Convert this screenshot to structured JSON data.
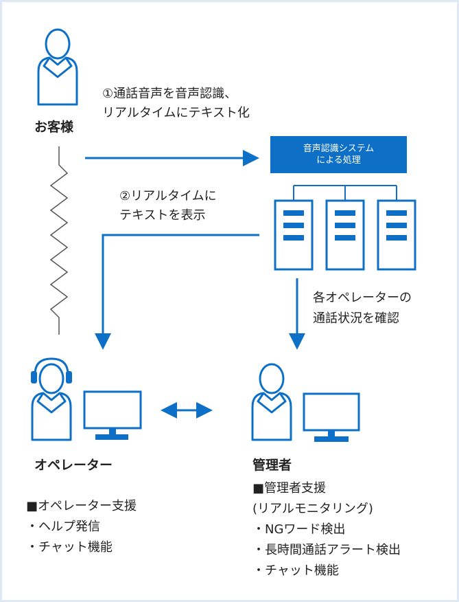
{
  "customer": {
    "label": "お客様"
  },
  "step1": {
    "line1": "①通話音声を音声認識、",
    "line2": "リアルタイムにテキスト化"
  },
  "system": {
    "line1": "音声認識システム",
    "line2": "による処理"
  },
  "step2": {
    "line1": "②リアルタイムに",
    "line2": "テキストを表示"
  },
  "monitor_note": {
    "line1": "各オペレーターの",
    "line2": "通話状況を確認"
  },
  "operator": {
    "label": "オペレーター",
    "features": [
      "■オペレーター支援",
      "・ヘルプ発信",
      "・チャット機能"
    ]
  },
  "manager": {
    "label": "管理者",
    "features": [
      "■管理者支援",
      "(リアルモニタリング)",
      "・NGワード検出",
      "・長時間通話アラート検出",
      "・チャット機能"
    ]
  },
  "colors": {
    "accent": "#0d6fc6",
    "border": "#dfe9f6",
    "line": "#555555"
  }
}
